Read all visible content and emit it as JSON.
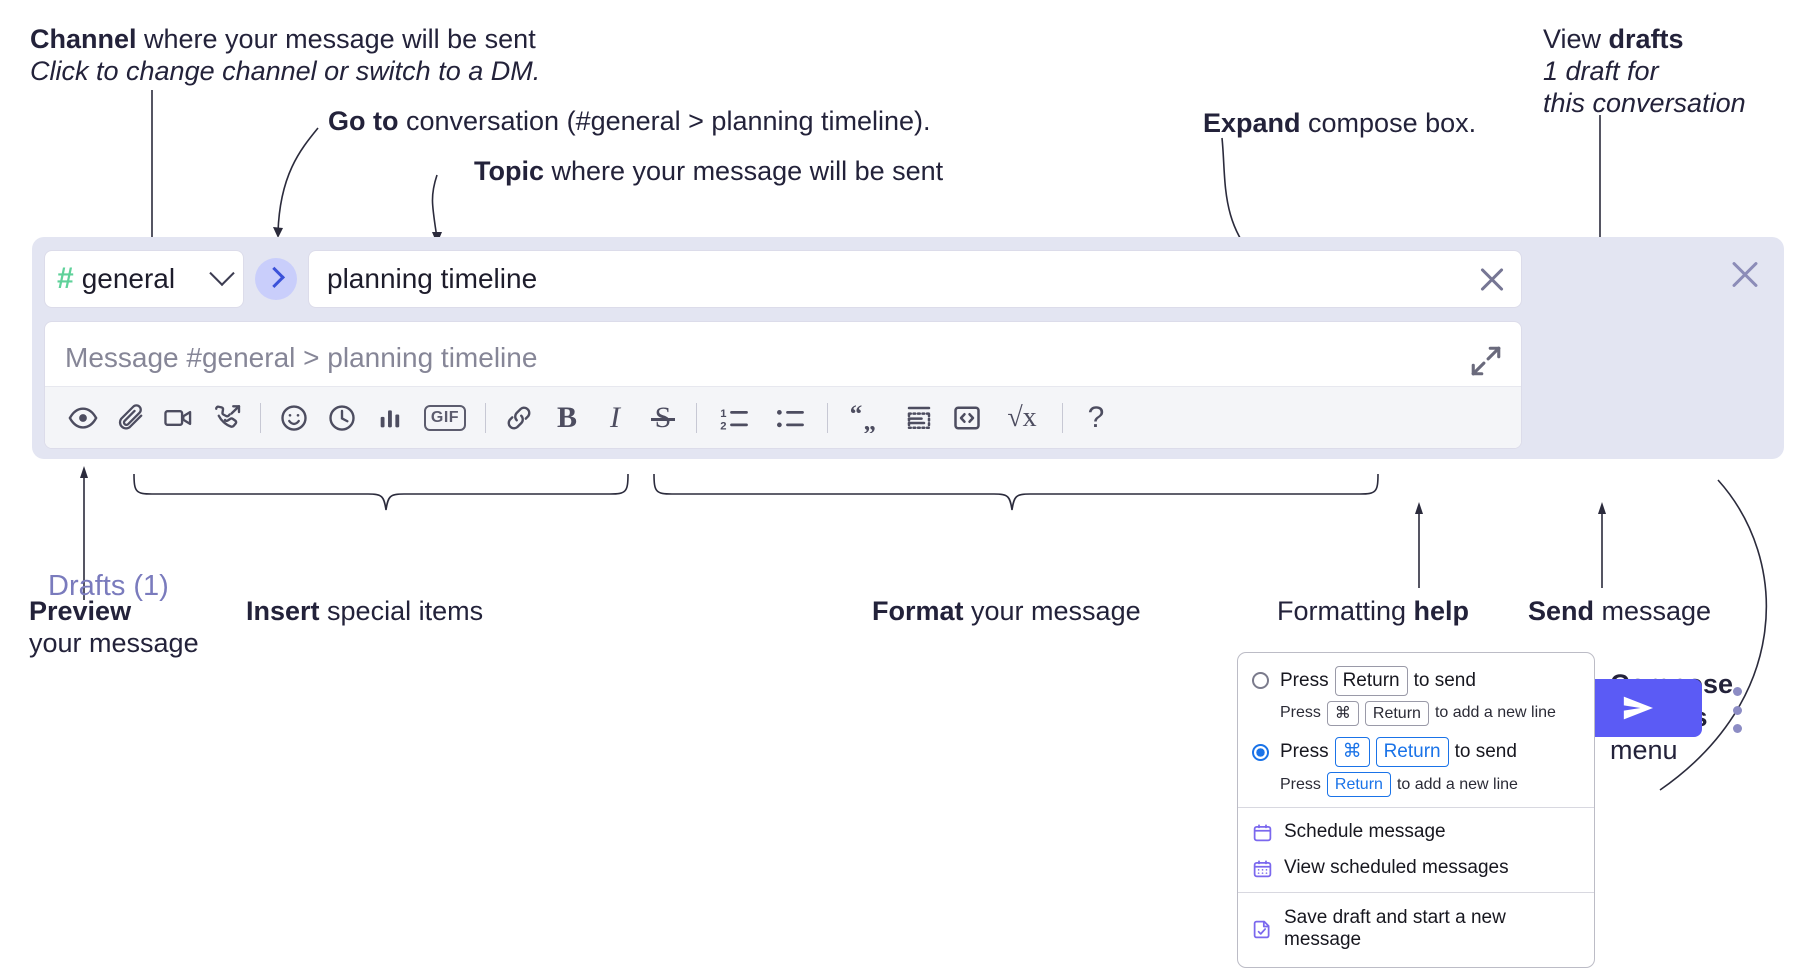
{
  "annotations": {
    "channel": {
      "bold": "Channel",
      "rest": " where your message will be sent",
      "italic": "Click to change channel or switch to a DM."
    },
    "goto": {
      "bold": "Go to",
      "rest": " conversation (#general > planning timeline)."
    },
    "topic": {
      "bold": "Topic",
      "rest": " where your message will be sent"
    },
    "expand": {
      "bold": "Expand",
      "rest": " compose box."
    },
    "drafts": {
      "prefix": "View ",
      "bold": "drafts",
      "italic1": "1 draft for",
      "italic2": "this conversation"
    },
    "preview": {
      "bold": "Preview",
      "rest": "your message"
    },
    "insert": {
      "bold": "Insert",
      "rest": " special items"
    },
    "format": {
      "bold": "Format",
      "rest": " your message"
    },
    "help": {
      "prefix": "Formatting ",
      "bold": "help"
    },
    "send": {
      "bold": "Send",
      "rest": " message"
    },
    "compose_options": {
      "bold1": "Compose",
      "bold2": "options",
      "rest": "menu"
    }
  },
  "compose": {
    "channel": {
      "hash": "#",
      "name": "general",
      "caret_icon": "chevron-down-icon"
    },
    "goto_button_icon": "chevron-right-icon",
    "topic": {
      "value": "planning timeline",
      "clear_icon": "close-icon"
    },
    "message": {
      "placeholder": "Message #general > planning timeline",
      "value": ""
    },
    "expand_icon": "expand-diagonal-icon",
    "panel_close_icon": "close-icon",
    "drafts_link": "Drafts (1)",
    "send_button_icon": "send-paper-plane-icon",
    "overflow_icon": "kebab-menu-icon",
    "toolbar": [
      {
        "name": "preview-icon",
        "label": "Preview"
      },
      {
        "name": "attachment-paperclip-icon",
        "label": "Attach file"
      },
      {
        "name": "video-camera-icon",
        "label": "Video clip"
      },
      {
        "name": "audio-call-icon",
        "label": "Audio clip"
      },
      {
        "name": "separator",
        "label": ""
      },
      {
        "name": "emoji-smiley-icon",
        "label": "Emoji"
      },
      {
        "name": "clock-icon",
        "label": "Reminder"
      },
      {
        "name": "bar-chart-icon",
        "label": "Poll"
      },
      {
        "name": "gif-icon",
        "label": "GIF"
      },
      {
        "name": "separator",
        "label": ""
      },
      {
        "name": "link-icon",
        "label": "Link"
      },
      {
        "name": "bold-icon",
        "label": "Bold"
      },
      {
        "name": "italic-icon",
        "label": "Italic"
      },
      {
        "name": "strikethrough-icon",
        "label": "Strikethrough"
      },
      {
        "name": "separator",
        "label": ""
      },
      {
        "name": "ordered-list-icon",
        "label": "Numbered list"
      },
      {
        "name": "bulleted-list-icon",
        "label": "Bulleted list"
      },
      {
        "name": "separator",
        "label": ""
      },
      {
        "name": "blockquote-icon",
        "label": "Blockquote"
      },
      {
        "name": "code-block-icon",
        "label": "Code block"
      },
      {
        "name": "inline-code-icon",
        "label": "Code"
      },
      {
        "name": "math-sqrt-icon",
        "label": "Math"
      },
      {
        "name": "separator",
        "label": ""
      },
      {
        "name": "help-question-icon",
        "label": "?"
      }
    ],
    "gif_label": "GIF",
    "bold_glyph": "B",
    "italic_glyph": "I",
    "strike_glyph": "S",
    "quote_glyph": "“”",
    "sqrt_glyph": "√x",
    "help_glyph": "?"
  },
  "menu": {
    "options": [
      {
        "selected": false,
        "line": [
          "Press",
          "Return",
          "to send"
        ],
        "sub": [
          "Press",
          "⌘",
          "Return",
          "to add a new line"
        ],
        "sub_highlight": false
      },
      {
        "selected": true,
        "line": [
          "Press",
          "⌘",
          "Return",
          "to send"
        ],
        "sub": [
          "Press",
          "Return",
          "to add a new line"
        ],
        "sub_highlight": true
      }
    ],
    "items": [
      {
        "icon": "calendar-schedule-icon",
        "label": "Schedule message"
      },
      {
        "icon": "calendar-grid-icon",
        "label": "View scheduled messages"
      },
      {
        "icon": "save-draft-icon",
        "label": "Save draft and start a new message"
      }
    ]
  },
  "colors": {
    "panel_bg": "#e3e5f2",
    "send_button": "#5b5bf5",
    "goto_circle": "#c9cefb",
    "goto_chevron": "#3b52d9",
    "hash_green": "#5fd19a",
    "drafts_text": "#7a7bbd",
    "radio_blue": "#1a73e8",
    "menu_icon_purple": "#7b68ee"
  }
}
